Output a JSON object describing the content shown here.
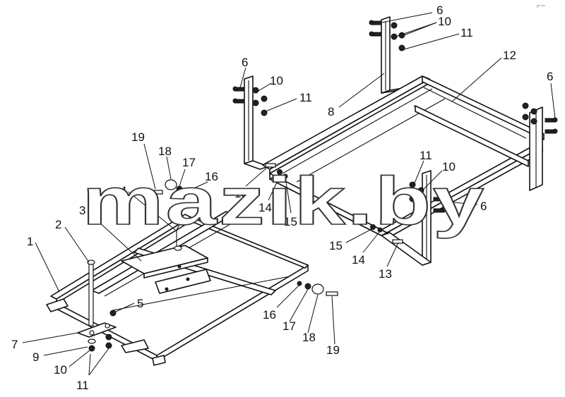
{
  "watermark": "mazik.by",
  "corner_code": "pᵇ ᵇᵘᵇ",
  "callouts": {
    "c1": "1",
    "c2": "2",
    "c3": "3",
    "c4": "4",
    "c5": "5",
    "c6a": "6",
    "c6b": "6",
    "c6c": "6",
    "c6d": "6",
    "c7": "7",
    "c8": "8",
    "c9": "9",
    "c10a": "10",
    "c10b": "10",
    "c10c": "10",
    "c10d": "10",
    "c11a": "11",
    "c11b": "11",
    "c11c": "11",
    "c11d": "11",
    "c12": "12",
    "c13a": "13",
    "c13b": "13",
    "c14a": "14",
    "c14b": "14",
    "c15a": "15",
    "c15b": "15",
    "c16a": "16",
    "c16b": "16",
    "c17a": "17",
    "c17b": "17",
    "c18a": "18",
    "c18b": "18",
    "c19a": "19",
    "c19b": "19"
  }
}
